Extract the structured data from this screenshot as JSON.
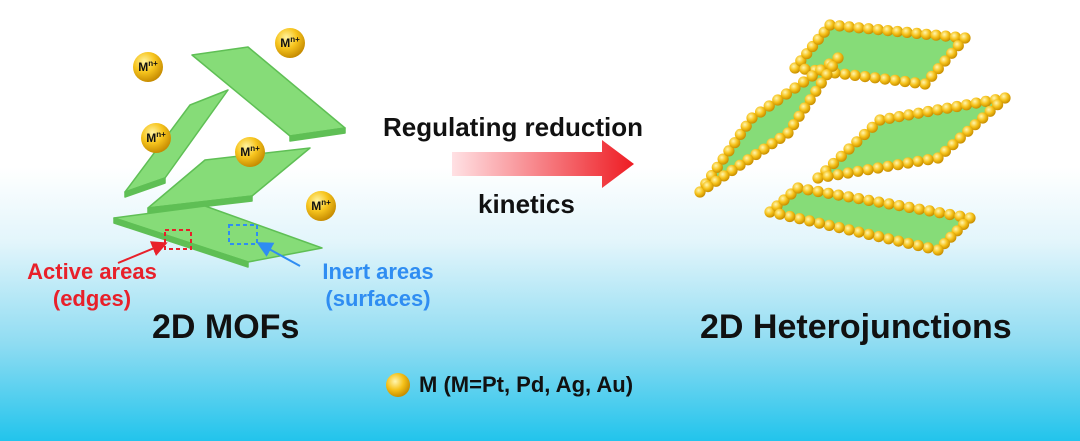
{
  "arrow": {
    "label_line1": "Regulating reduction",
    "label_line2": "kinetics"
  },
  "left": {
    "title": "2D MOFs",
    "ion_label": "M",
    "ion_charge": "n+",
    "active_line1": "Active areas",
    "active_line2": "(edges)",
    "inert_line1": "Inert areas",
    "inert_line2": "(surfaces)"
  },
  "right": {
    "title": "2D Heterojunctions"
  },
  "legend": {
    "label": "M (M=Pt, Pd, Ag, Au)"
  },
  "colors": {
    "sheet_fill": "#86dc78",
    "sheet_edge": "#5fbf55",
    "particle": "#f6c21a",
    "active_box": "#e8202a",
    "inert_box": "#2f8df2",
    "arrow_start": "#ffe1e4",
    "arrow_end": "#ee1c23"
  }
}
